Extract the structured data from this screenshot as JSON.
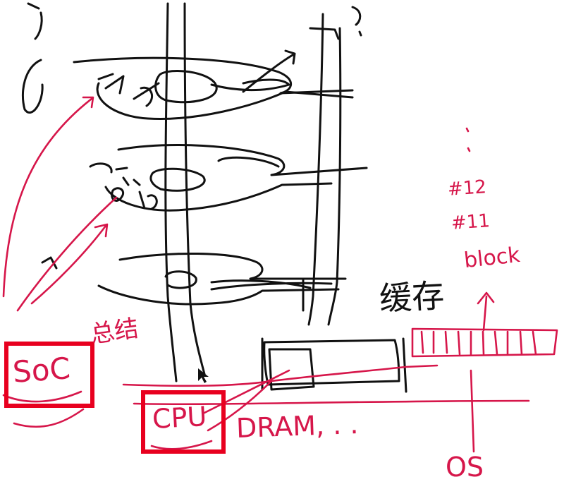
{
  "colors": {
    "ink": "#111111",
    "accent": "#d6164a",
    "highlight_box": "#e8001f"
  },
  "labels": {
    "soc": "SoC",
    "cpu": "CPU",
    "dram": "DRAM, . .",
    "os": "OS",
    "block": "block",
    "number_12": "#12",
    "number_11": "#11",
    "cache": "缓存",
    "annotation": "总结"
  },
  "highlights": [
    "soc",
    "cpu"
  ]
}
